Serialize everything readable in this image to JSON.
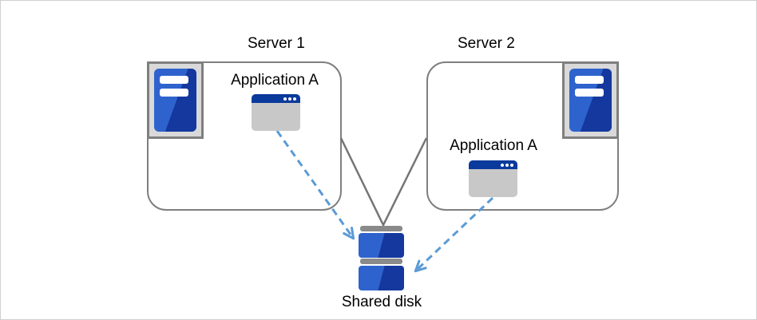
{
  "diagram": {
    "kind": "shared-disk-cluster",
    "nodes": {
      "server1": {
        "label": "Server 1",
        "application": {
          "label": "Application A"
        }
      },
      "server2": {
        "label": "Server 2",
        "application": {
          "label": "Application A"
        }
      },
      "shared_disk": {
        "label": "Shared disk"
      }
    },
    "edges": [
      {
        "from": "server1-box",
        "to": "shared-disk",
        "style": "solid",
        "color": "#757575"
      },
      {
        "from": "server2-box",
        "to": "shared-disk",
        "style": "solid",
        "color": "#757575"
      },
      {
        "from": "application-a-on-server1",
        "to": "shared-disk",
        "style": "dashed-arrow",
        "color": "#5b9bd5"
      },
      {
        "from": "application-a-on-server2",
        "to": "shared-disk",
        "style": "dashed-arrow",
        "color": "#5b9bd5"
      }
    ],
    "icons": [
      "server-tower-icon",
      "app-window-icon",
      "shared-disk-icon"
    ],
    "colors": {
      "box_border": "#7f7f7f",
      "container_gray": "#d9d9d9",
      "icon_blue_light": "#2e63cd",
      "icon_blue_dark": "#14389e",
      "titlebar_blue": "#0a3a9c",
      "window_body_gray": "#c8c8c8",
      "connector_gray": "#757575",
      "arrow_blue": "#5b9bd5",
      "disk_cap_gray": "#8a8a8a",
      "canvas_border": "#d0d0d0"
    }
  }
}
